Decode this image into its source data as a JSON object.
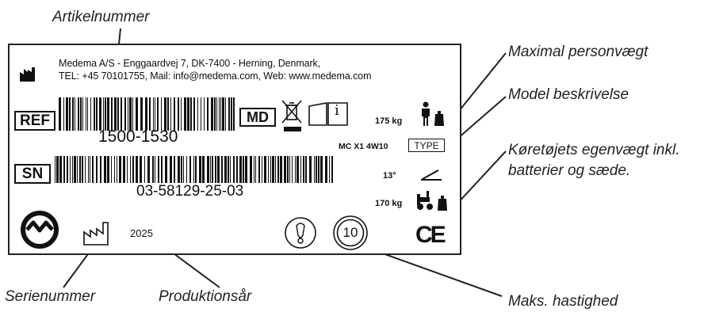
{
  "callouts": {
    "artikelnummer": "Artikelnummer",
    "maximal_personvaegt": "Maximal personvægt",
    "model_beskrivelse": "Model beskrivelse",
    "koeretoejets_line1": "Køretøjets egenvægt inkl.",
    "koeretoejets_line2": "batterier og sæde.",
    "serienummer": "Serienummer",
    "produktionsaar": "Produktionsår",
    "maks_hastighed": "Maks. hastighed"
  },
  "label": {
    "manufacturer_line1": "Medema A/S - Enggaardvej 7, DK-7400 - Herning, Denmark,",
    "manufacturer_line2": "TEL: +45 70101755, Mail: info@medema.com, Web: www.medema.com",
    "ref_symbol": "REF",
    "ref_number": "1500-1530",
    "md_symbol": "MD",
    "info_symbol": "i",
    "sn_symbol": "SN",
    "serial_number": "03-58129-25-03",
    "year": "2025",
    "max_weight": "175 kg",
    "model": "MC X1 4W10",
    "type_symbol": "TYPE",
    "incline": "13°",
    "vehicle_weight": "170 kg",
    "max_speed": "10",
    "ce_mark": "CE"
  },
  "colors": {
    "ink": "#111111",
    "line": "#222222",
    "background": "#ffffff"
  }
}
